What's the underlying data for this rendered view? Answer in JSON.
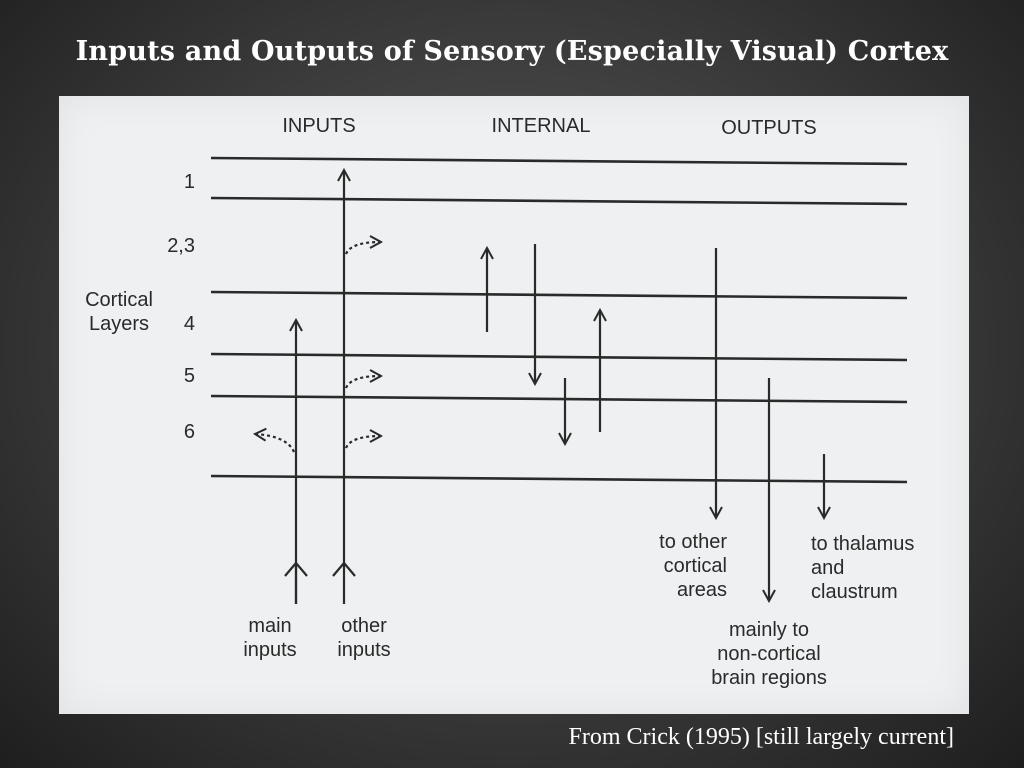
{
  "title": "Inputs and Outputs of Sensory (Especially Visual) Cortex",
  "caption": "From Crick (1995) [still largely current]",
  "diagram": {
    "headers": {
      "inputs": "INPUTS",
      "internal": "INTERNAL",
      "outputs": "OUTPUTS"
    },
    "layers": {
      "l1": "1",
      "l23": "2,3",
      "l4": "4",
      "l5": "5",
      "l6": "6"
    },
    "side_label": "Cortical\nLayers",
    "input_labels": {
      "main": "main\ninputs",
      "other": "other\ninputs"
    },
    "output_labels": {
      "cortical": "to other\ncortical\nareas",
      "noncortical": "mainly to\nnon-cortical\nbrain regions",
      "thalamus": "to thalamus\nand\nclaustrum"
    }
  }
}
